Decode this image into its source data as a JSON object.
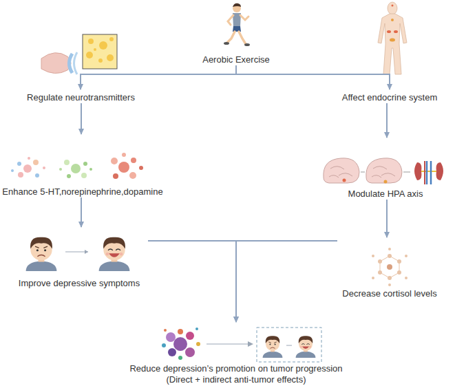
{
  "diagram": {
    "nodes": [
      {
        "text": [
          "Aerobic Exercise"
        ]
      },
      {
        "text": [
          "Regulate neurotransmitters"
        ]
      },
      {
        "text": [
          "Affect endocrine system"
        ]
      },
      {
        "text": [
          "Enhance 5-HT,norepinephrine,dopamine"
        ]
      },
      {
        "text": [
          "Modulate HPA axis"
        ]
      },
      {
        "text": [
          "Improve depressive symptoms"
        ]
      },
      {
        "text": [
          "Decrease cortisol levels"
        ]
      },
      {
        "text": [
          "Reduce depression’s promotion on tumor progression",
          "(Direct + indirect anti-tumor effects)"
        ]
      }
    ],
    "edges": [
      {
        "from": 0,
        "to": 1,
        "arrow": "to"
      },
      {
        "from": 0,
        "to": 2,
        "arrow": "to"
      },
      {
        "from": 1,
        "to": 3,
        "arrow": "to"
      },
      {
        "from": 2,
        "to": 4,
        "arrow": "to"
      },
      {
        "from": 3,
        "to": 5,
        "arrow": "to"
      },
      {
        "from": 4,
        "to": 6,
        "arrow": "to"
      },
      {
        "from": 5,
        "to": 7,
        "arrow": "to"
      },
      {
        "from": 6,
        "to": 7,
        "arrow": "to"
      }
    ]
  }
}
